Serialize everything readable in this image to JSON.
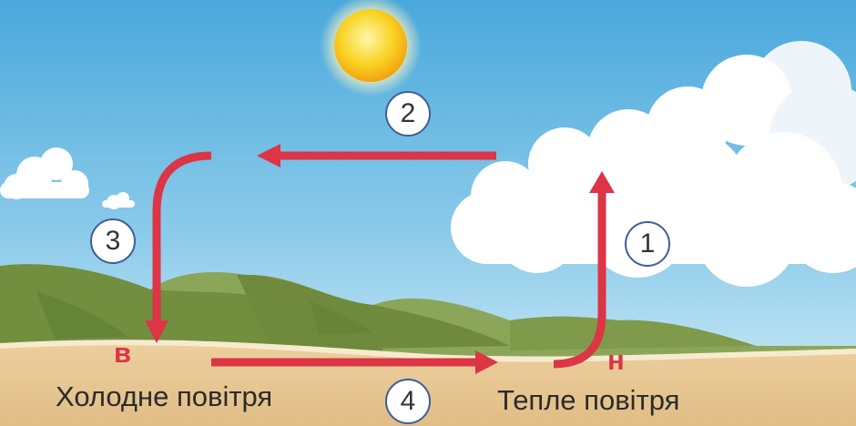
{
  "labels": {
    "cold_air": "Холодне повітря",
    "warm_air": "Тепле повітря",
    "high_pressure_letter": "в",
    "low_pressure_letter": "н"
  },
  "steps": [
    "1",
    "2",
    "3",
    "4"
  ],
  "colors": {
    "sky_top": "#4aa8dc",
    "sky_bottom": "#c9e6f4",
    "arrow": "#dc3545",
    "hills": "#7f9a45",
    "ground": "#e6c590",
    "sun": "#f6c51c",
    "cloud": "#ffffff",
    "badge_border": "#3f5d97"
  }
}
